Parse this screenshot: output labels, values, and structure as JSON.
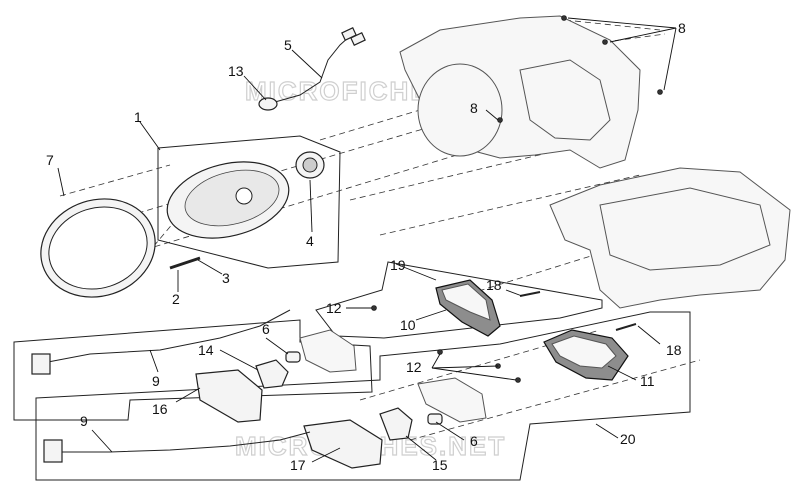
{
  "watermark": "MICROFICHES.NET",
  "callouts": {
    "c1": "1",
    "c2": "2",
    "c3": "3",
    "c4": "4",
    "c5": "5",
    "c6a": "6",
    "c6b": "6",
    "c7": "7",
    "c8a": "8",
    "c8b": "8",
    "c9a": "9",
    "c9b": "9",
    "c10": "10",
    "c11": "11",
    "c12a": "12",
    "c12b": "12",
    "c13": "13",
    "c14": "14",
    "c15": "15",
    "c16": "16",
    "c17": "17",
    "c18a": "18",
    "c18b": "18",
    "c19": "19",
    "c20": "20"
  }
}
